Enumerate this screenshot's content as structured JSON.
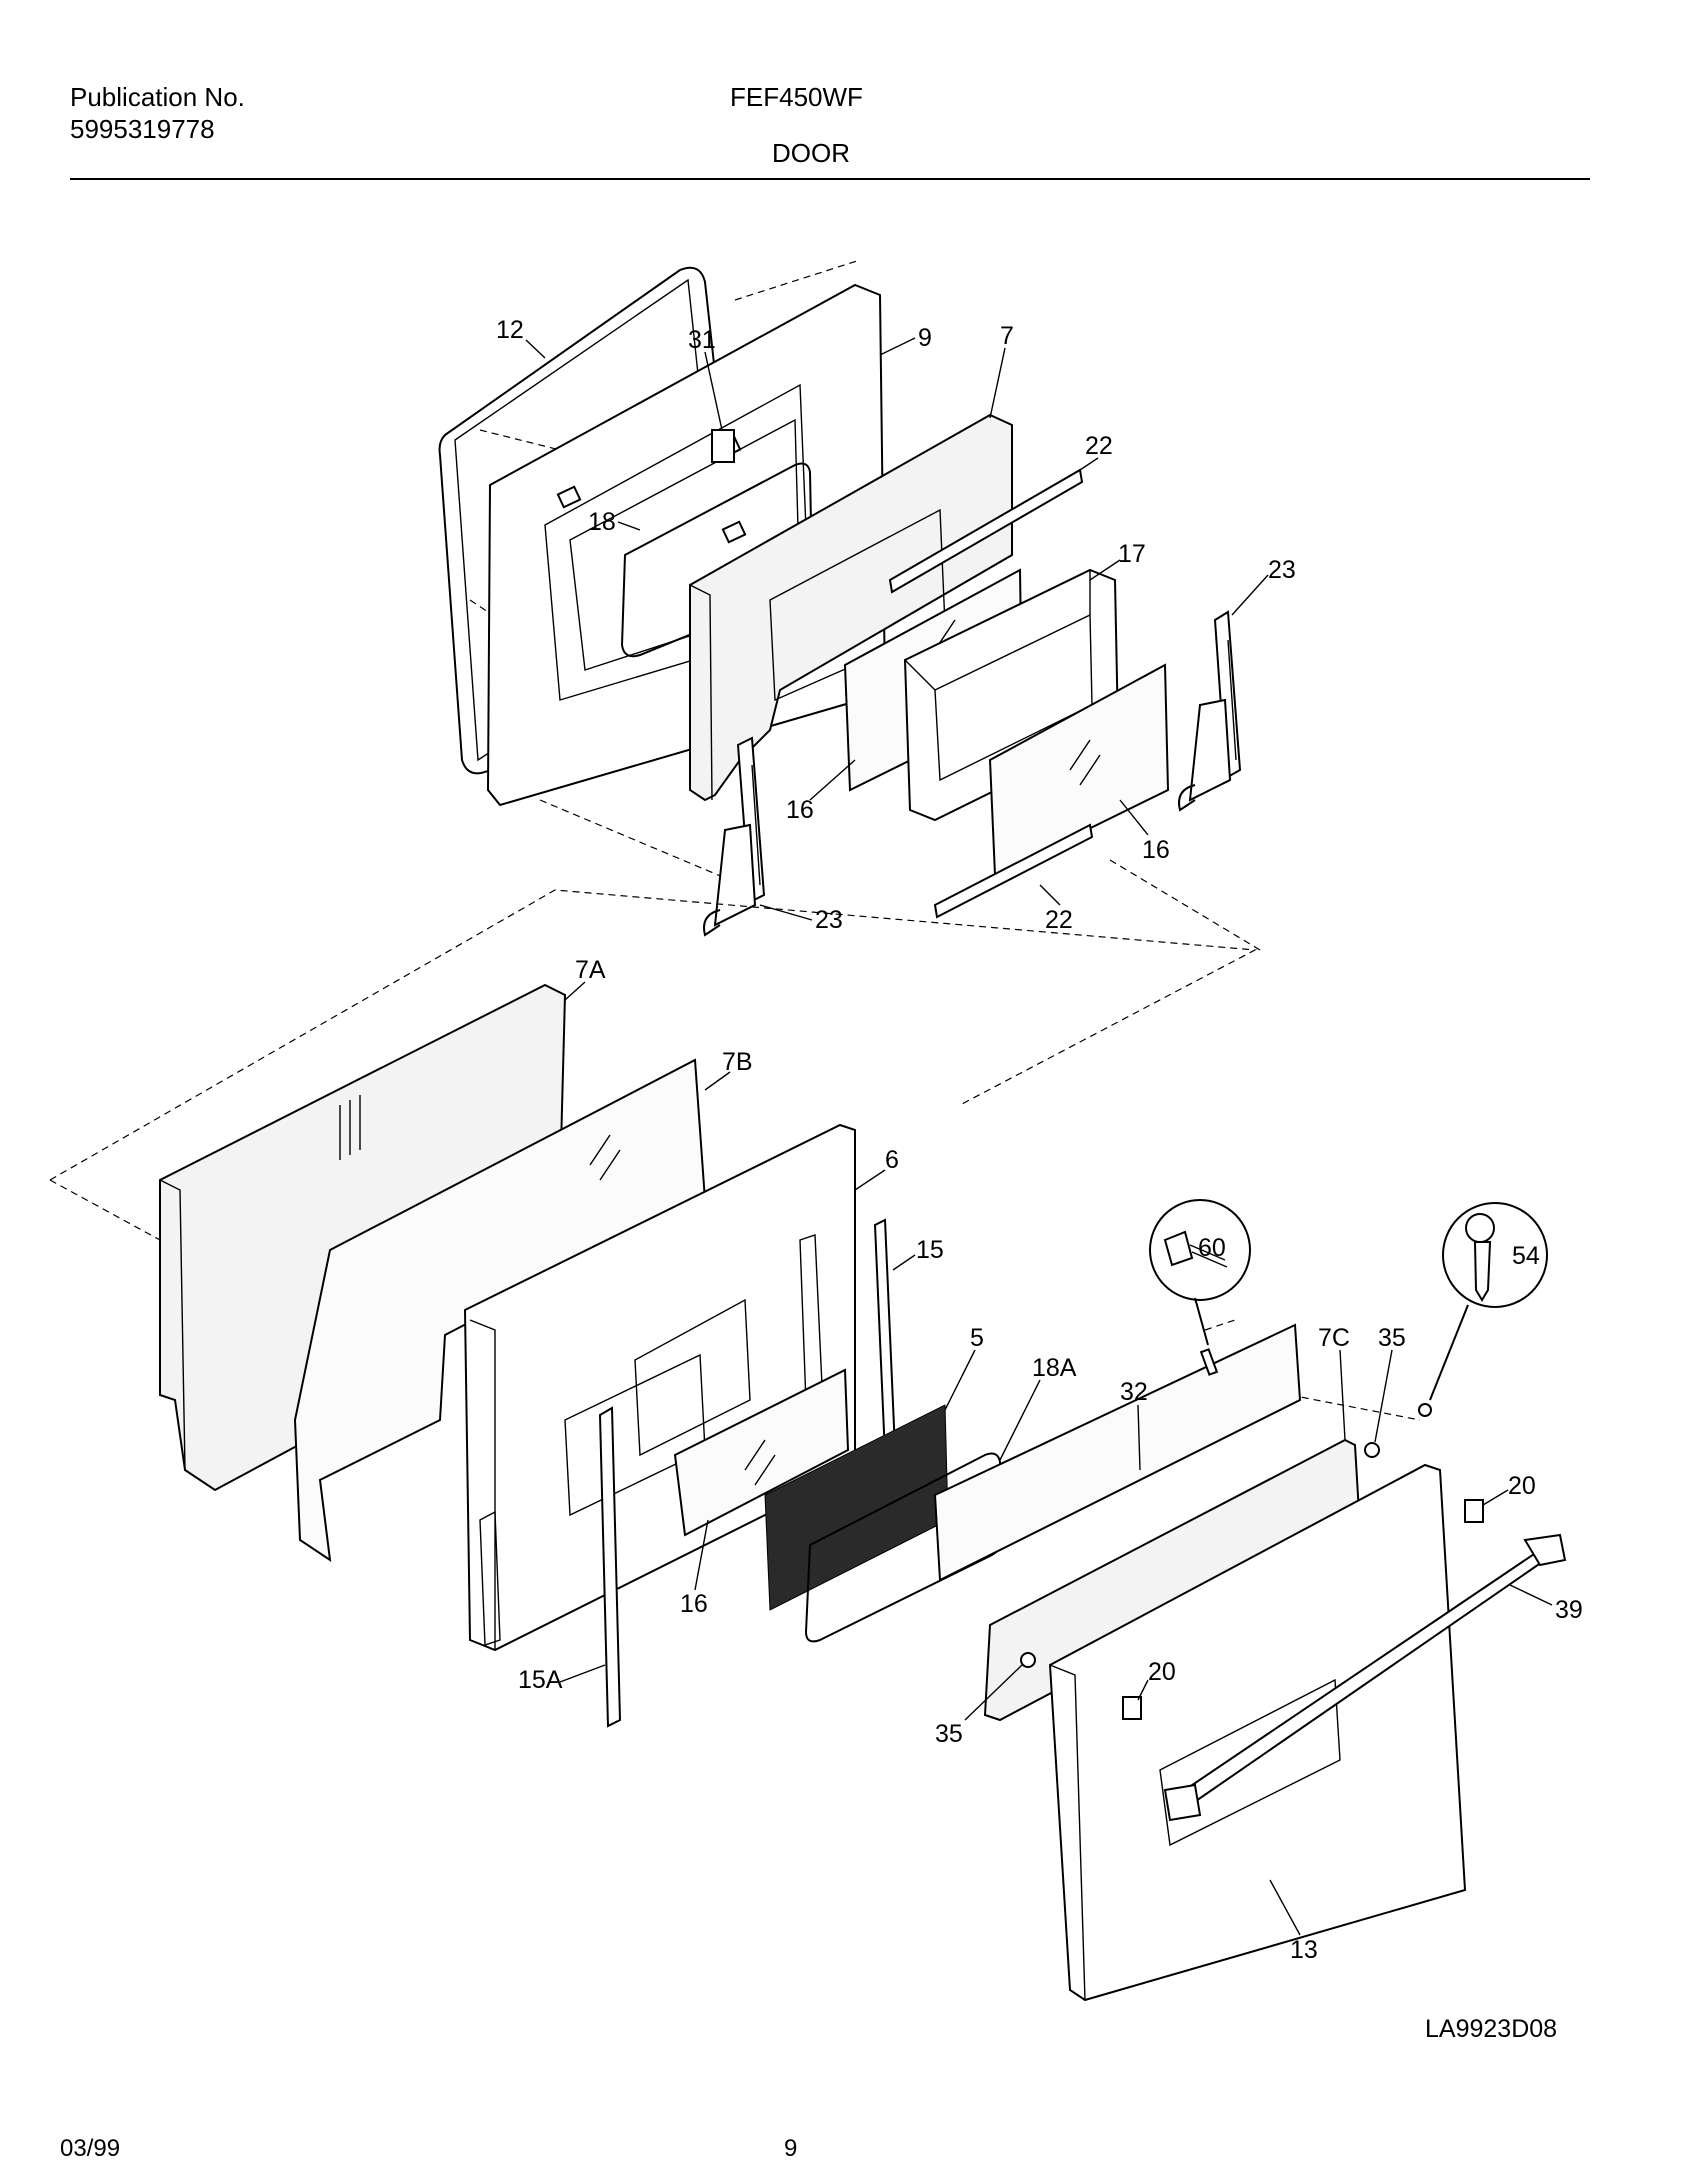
{
  "header": {
    "publication_label": "Publication No.",
    "publication_number": "5995319778",
    "model": "FEF450WF",
    "section": "DOOR"
  },
  "callouts": {
    "p12": "12",
    "p31": "31",
    "p9": "9",
    "p7": "7",
    "p22_top": "22",
    "p18": "18",
    "p17": "17",
    "p23_right": "23",
    "p16_left": "16",
    "p16_right": "16",
    "p23_left": "23",
    "p22_bottom": "22",
    "p7A": "7A",
    "p7B": "7B",
    "p6": "6",
    "p15": "15",
    "p5": "5",
    "p18A": "18A",
    "p32": "32",
    "p7C": "7C",
    "p35_top": "35",
    "p60": "60",
    "p54": "54",
    "p20_right": "20",
    "p39": "39",
    "p16_bottom": "16",
    "p15A": "15A",
    "p20_door": "20",
    "p35_bottom": "35",
    "p13": "13"
  },
  "footer": {
    "drawing_code": "LA9923D08",
    "date": "03/99",
    "page": "9"
  }
}
